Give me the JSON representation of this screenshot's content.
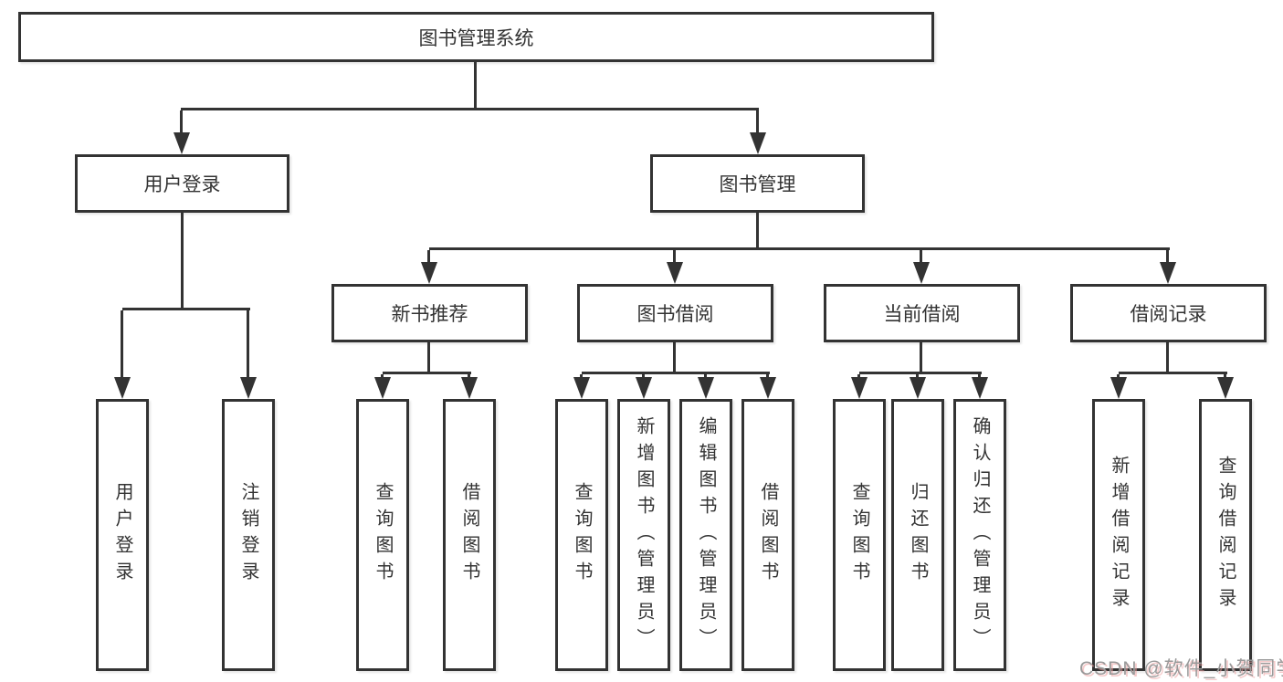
{
  "diagram_title": "图书管理系统",
  "colors": {
    "line": "#333333",
    "text": "#333333",
    "box_background": "#ffffff",
    "watermark_gray": "#9a9a9a",
    "watermark_pink": "#eca0a0"
  },
  "tree": {
    "root": {
      "label": "图书管理系统"
    },
    "branches": [
      {
        "label": "用户登录",
        "children": [
          {
            "label": "用户登录"
          },
          {
            "label": "注销登录"
          }
        ]
      },
      {
        "label": "图书管理",
        "children": [
          {
            "label": "新书推荐",
            "children": [
              {
                "label": "查询图书"
              },
              {
                "label": "借阅图书"
              }
            ]
          },
          {
            "label": "图书借阅",
            "children": [
              {
                "label": "查询图书"
              },
              {
                "label": "新增图书（管理员）"
              },
              {
                "label": "编辑图书（管理员）"
              },
              {
                "label": "借阅图书"
              }
            ]
          },
          {
            "label": "当前借阅",
            "children": [
              {
                "label": "查询图书"
              },
              {
                "label": "归还图书"
              },
              {
                "label": "确认归还（管理员）"
              }
            ]
          },
          {
            "label": "借阅记录",
            "children": [
              {
                "label": "新增借阅记录"
              },
              {
                "label": "查询借阅记录"
              }
            ]
          }
        ]
      }
    ]
  },
  "watermark": {
    "text": "CSDN @软件_小贺同学"
  }
}
